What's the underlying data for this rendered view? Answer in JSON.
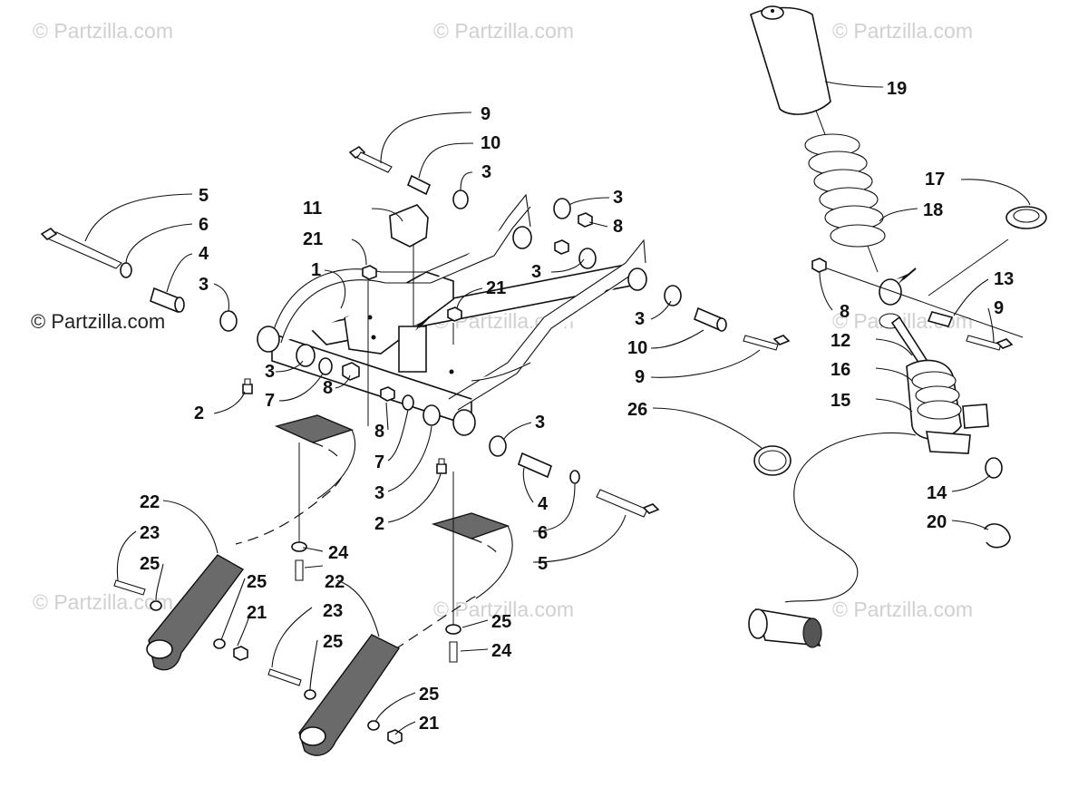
{
  "watermark": "© Partzilla.com",
  "copyright_label": "© Partzilla.com",
  "callouts": [
    {
      "id": "c9a",
      "label": "9"
    },
    {
      "id": "c10a",
      "label": "10"
    },
    {
      "id": "c3a",
      "label": "3"
    },
    {
      "id": "c3b",
      "label": "3"
    },
    {
      "id": "c8a",
      "label": "8"
    },
    {
      "id": "c11",
      "label": "11"
    },
    {
      "id": "c21a",
      "label": "21"
    },
    {
      "id": "c5a",
      "label": "5"
    },
    {
      "id": "c6a",
      "label": "6"
    },
    {
      "id": "c4a",
      "label": "4"
    },
    {
      "id": "c3c",
      "label": "3"
    },
    {
      "id": "c1",
      "label": "1"
    },
    {
      "id": "c21b",
      "label": "21"
    },
    {
      "id": "c3d",
      "label": "3"
    },
    {
      "id": "c3e",
      "label": "3"
    },
    {
      "id": "c10b",
      "label": "10"
    },
    {
      "id": "c9b",
      "label": "9"
    },
    {
      "id": "c3f",
      "label": "3"
    },
    {
      "id": "c7a",
      "label": "7"
    },
    {
      "id": "c8b",
      "label": "8"
    },
    {
      "id": "c2a",
      "label": "2"
    },
    {
      "id": "c8c",
      "label": "8"
    },
    {
      "id": "c7b",
      "label": "7"
    },
    {
      "id": "c3g",
      "label": "3"
    },
    {
      "id": "c2b",
      "label": "2"
    },
    {
      "id": "c26",
      "label": "26"
    },
    {
      "id": "c3h",
      "label": "3"
    },
    {
      "id": "c4b",
      "label": "4"
    },
    {
      "id": "c6b",
      "label": "6"
    },
    {
      "id": "c5b",
      "label": "5"
    },
    {
      "id": "c19",
      "label": "19"
    },
    {
      "id": "c17",
      "label": "17"
    },
    {
      "id": "c18",
      "label": "18"
    },
    {
      "id": "c13",
      "label": "13"
    },
    {
      "id": "c8d",
      "label": "8"
    },
    {
      "id": "c9c",
      "label": "9"
    },
    {
      "id": "c12",
      "label": "12"
    },
    {
      "id": "c16",
      "label": "16"
    },
    {
      "id": "c15",
      "label": "15"
    },
    {
      "id": "c14",
      "label": "14"
    },
    {
      "id": "c20",
      "label": "20"
    },
    {
      "id": "c22a",
      "label": "22"
    },
    {
      "id": "c23a",
      "label": "23"
    },
    {
      "id": "c25a",
      "label": "25"
    },
    {
      "id": "c24a",
      "label": "24"
    },
    {
      "id": "c25b",
      "label": "25"
    },
    {
      "id": "c22b",
      "label": "22"
    },
    {
      "id": "c21c",
      "label": "21"
    },
    {
      "id": "c23b",
      "label": "23"
    },
    {
      "id": "c25c",
      "label": "25"
    },
    {
      "id": "c25d",
      "label": "25"
    },
    {
      "id": "c24b",
      "label": "24"
    },
    {
      "id": "c25e",
      "label": "25"
    },
    {
      "id": "c21d",
      "label": "21"
    }
  ]
}
